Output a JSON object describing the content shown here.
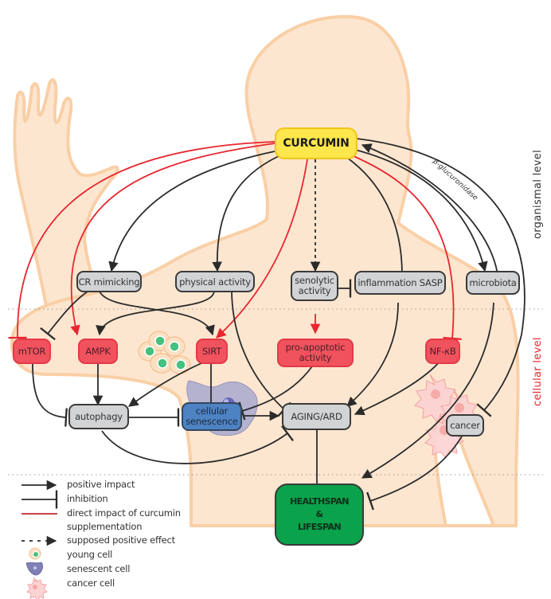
{
  "figure": {
    "colors": {
      "body_fill": "#fde6d0",
      "body_outline": "#f9cfa6",
      "positive": "#2b2b2b",
      "curcumin_direct": "#e8262f",
      "curcumin_node": "#fde74c",
      "pathway_node": "#d2d3d5",
      "cellular_target": "#f0525e",
      "senescence": "#4d82c3",
      "outcome": "#0aa24a",
      "cellular_level_label": "#e8262f"
    },
    "levels": {
      "organismal": "organismal level",
      "cellular": "cellular level"
    },
    "edge_labels": {
      "beta_glucuronidase": "β-glucuronidase"
    },
    "nodes": {
      "curcumin": "CURCUMIN",
      "cr_mimicking": "CR mimicking",
      "physical_activity": "physical activity",
      "senolytic_activity": "senolytic activity",
      "inflammation_sasp": "inflammation SASP",
      "microbiota": "microbiota",
      "mtor": "mTOR",
      "ampk": "AMPK",
      "sirt": "SIRT",
      "pro_apoptotic": "pro-apoptotic activity",
      "nfkb": "NF-κB",
      "autophagy": "autophagy",
      "cellular_senescence": "cellular senescence",
      "aging_ard": "AGING/ARD",
      "cancer": "cancer",
      "healthspan_line1": "HEALTHSPAN",
      "healthspan_line2": "&",
      "healthspan_line3": "LIFESPAN"
    },
    "edges": [
      {
        "from": "curcumin",
        "to": "cr_mimicking",
        "type": "positive"
      },
      {
        "from": "curcumin",
        "to": "physical_activity",
        "type": "positive"
      },
      {
        "from": "curcumin",
        "to": "senolytic_activity",
        "type": "supposed"
      },
      {
        "from": "curcumin",
        "to": "inflammation_sasp",
        "type": "inhibition"
      },
      {
        "from": "curcumin",
        "to": "microbiota",
        "type": "positive"
      },
      {
        "from": "microbiota",
        "to": "curcumin",
        "type": "positive",
        "label": "β-glucuronidase"
      },
      {
        "from": "curcumin",
        "to": "cancer",
        "type": "inhibition"
      },
      {
        "from": "curcumin",
        "to": "mtor",
        "type": "inhibition",
        "direct": true
      },
      {
        "from": "curcumin",
        "to": "ampk",
        "type": "positive",
        "direct": true
      },
      {
        "from": "curcumin",
        "to": "sirt",
        "type": "positive",
        "direct": true
      },
      {
        "from": "curcumin",
        "to": "nfkb",
        "type": "inhibition",
        "direct": true
      },
      {
        "from": "senolytic_activity",
        "to": "inflammation_sasp",
        "type": "inhibition"
      },
      {
        "from": "senolytic_activity",
        "to": "pro_apoptotic",
        "type": "positive",
        "direct": true
      },
      {
        "from": "cr_mimicking",
        "to": "mtor",
        "type": "inhibition"
      },
      {
        "from": "cr_mimicking",
        "to": "sirt",
        "type": "positive"
      },
      {
        "from": "physical_activity",
        "to": "ampk",
        "type": "positive"
      },
      {
        "from": "physical_activity",
        "to": "aging_ard",
        "type": "inhibition"
      },
      {
        "from": "mtor",
        "to": "autophagy",
        "type": "inhibition"
      },
      {
        "from": "ampk",
        "to": "autophagy",
        "type": "positive"
      },
      {
        "from": "sirt",
        "to": "autophagy",
        "type": "positive"
      },
      {
        "from": "sirt",
        "to": "cellular_senescence",
        "type": "inhibition"
      },
      {
        "from": "pro_apoptotic",
        "to": "cellular_senescence",
        "type": "inhibition"
      },
      {
        "from": "autophagy",
        "to": "cellular_senescence",
        "type": "inhibition"
      },
      {
        "from": "autophagy",
        "to": "aging_ard",
        "type": "inhibition"
      },
      {
        "from": "cellular_senescence",
        "to": "aging_ard",
        "type": "positive"
      },
      {
        "from": "inflammation_sasp",
        "to": "aging_ard",
        "type": "positive"
      },
      {
        "from": "nfkb",
        "to": "aging_ard",
        "type": "positive"
      },
      {
        "from": "microbiota",
        "to": "healthspan",
        "type": "positive"
      },
      {
        "from": "aging_ard",
        "to": "healthspan",
        "type": "inhibition"
      },
      {
        "from": "cancer",
        "to": "healthspan",
        "type": "inhibition"
      }
    ]
  },
  "legend": {
    "items": [
      {
        "symbol": "arrow",
        "label": "positive impact"
      },
      {
        "symbol": "inhibition",
        "label": "inhibition"
      },
      {
        "symbol": "red-line",
        "label": "direct impact of curcumin"
      },
      {
        "symbol": "",
        "label": "supplementation"
      },
      {
        "symbol": "dashed-arrow",
        "label": "supposed positive effect"
      },
      {
        "symbol": "young-cell",
        "label": "young cell"
      },
      {
        "symbol": "senescent-cell",
        "label": "senescent cell"
      },
      {
        "symbol": "cancer-cell",
        "label": "cancer cell"
      }
    ]
  }
}
